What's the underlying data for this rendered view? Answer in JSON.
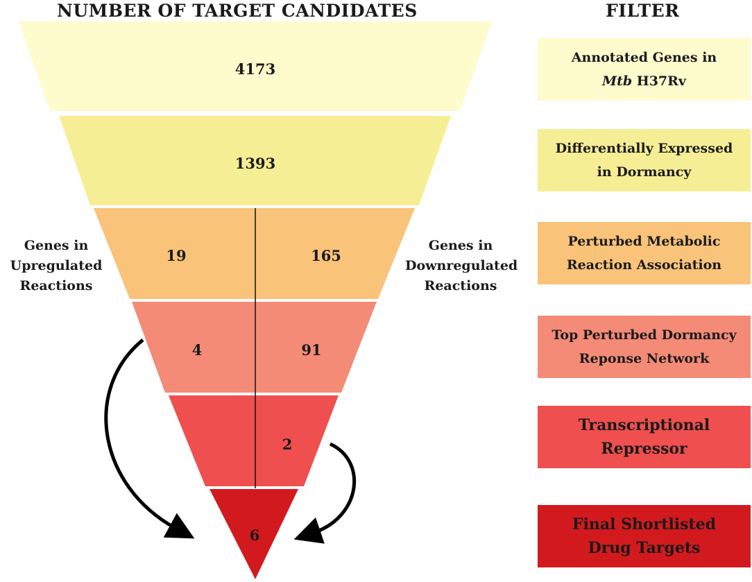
{
  "headings": {
    "left": "NUMBER OF TARGET CANDIDATES",
    "right": "FILTER"
  },
  "funnel": {
    "tiers": [
      {
        "value": "4173",
        "color": "#fefbcc"
      },
      {
        "value": "1393",
        "color": "#f6ee94"
      },
      {
        "left_value": "19",
        "right_value": "165",
        "color": "#f9c37a"
      },
      {
        "left_value": "4",
        "right_value": "91",
        "color": "#f48b77"
      },
      {
        "right_value": "2",
        "color": "#ef4f4e"
      },
      {
        "value": "6",
        "color": "#d21a1e"
      }
    ]
  },
  "side_labels": {
    "left": {
      "line1": "Genes in",
      "line2": "Upregulated",
      "line3": "Reactions"
    },
    "right": {
      "line1": "Genes in",
      "line2": "Downregulated",
      "line3": "Reactions"
    }
  },
  "filters": [
    {
      "line1": "Annotated Genes in",
      "line2_italic": "Mtb",
      "line2_rest": " H37Rv",
      "color": "#fefbcc"
    },
    {
      "line1": "Differentially Expressed",
      "line2": "in Dormancy",
      "color": "#f6ee94"
    },
    {
      "line1": "Perturbed Metabolic",
      "line2": "Reaction Association",
      "color": "#f9c37a"
    },
    {
      "line1": "Top Perturbed Dormancy",
      "line2": "Reponse Network",
      "color": "#f48b77"
    },
    {
      "line1": "Transcriptional",
      "line2": "Repressor",
      "color": "#ef4f4e"
    },
    {
      "line1": "Final Shortlisted",
      "line2": "Drug Targets",
      "color": "#d21a1e"
    }
  ]
}
